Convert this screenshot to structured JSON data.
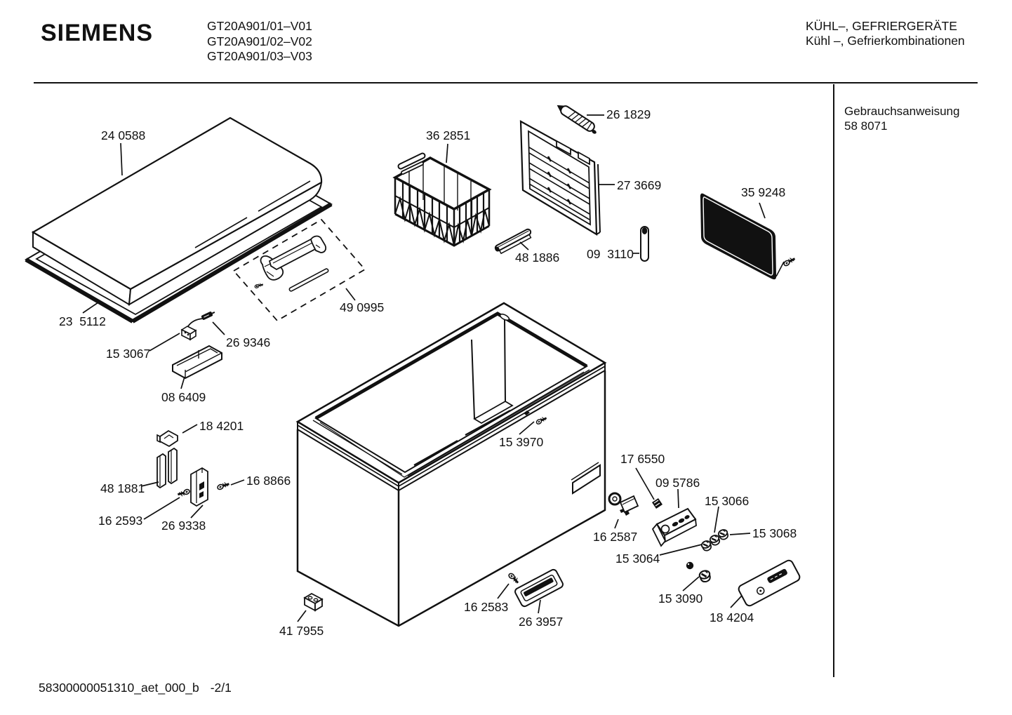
{
  "header": {
    "brand": "SIEMENS",
    "models": [
      "GT20A901/01–V01",
      "GT20A901/02–V02",
      "GT20A901/03–V03"
    ],
    "category": [
      "KÜHL–, GEFRIERGERÄTE",
      "Kühl –, Gefrierkombinationen"
    ]
  },
  "sidebar": {
    "title": "Gebrauchsanweisung",
    "number": "58 8071"
  },
  "footer": {
    "doc_id": "58300000051310_aet_000_b",
    "page": "-2/1"
  },
  "parts": {
    "p24_0588": "24 0588",
    "p23_5112": "23  5112",
    "p49_0995": "49 0995",
    "p26_9346": "26 9346",
    "p15_3067": "15 3067",
    "p08_6409": "08 6409",
    "p18_4201": "18 4201",
    "p48_1881": "48 1881",
    "p16_2593": "16 2593",
    "p26_9338": "26 9338",
    "p16_8866": "16 8866",
    "p36_2851": "36 2851",
    "p26_1829": "26 1829",
    "p27_3669": "27 3669",
    "p48_1886": "48 1886",
    "p09_3110": "09  3110",
    "p35_9248": "35 9248",
    "p15_3970": "15 3970",
    "p17_6550": "17 6550",
    "p09_5786": "09 5786",
    "p15_3066": "15 3066",
    "p15_3068": "15 3068",
    "p16_2587": "16 2587",
    "p15_3064": "15 3064",
    "p15_3090": "15 3090",
    "p18_4204": "18 4204",
    "p16_2583": "16 2583",
    "p26_3957": "26 3957",
    "p41_7955": "41 7955"
  }
}
